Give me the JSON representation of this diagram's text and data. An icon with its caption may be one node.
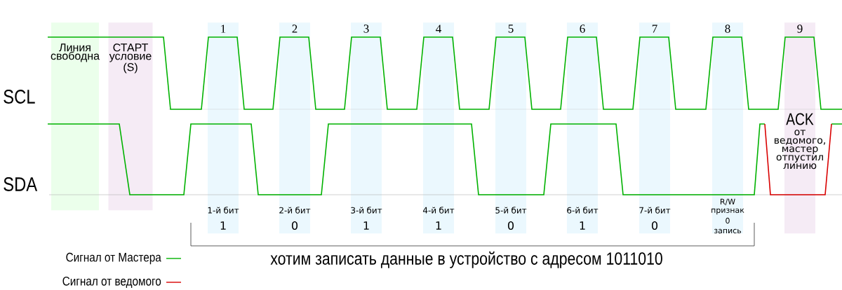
{
  "diagram": {
    "nodes": [
      {
        "text": [
          "Линия свободна"
        ]
      },
      {
        "text": [
          "СТАРТ условие (S)"
        ]
      },
      {
        "text": [
          "1",
          "1-й бит",
          "1"
        ]
      },
      {
        "text": [
          "2",
          "2-й бит",
          "0"
        ]
      },
      {
        "text": [
          "3",
          "3-й бит",
          "1"
        ]
      },
      {
        "text": [
          "4",
          "4-й бит",
          "1"
        ]
      },
      {
        "text": [
          "5",
          "5-й бит",
          "0"
        ]
      },
      {
        "text": [
          "6",
          "6-й бит",
          "1"
        ]
      },
      {
        "text": [
          "7",
          "7-й бит",
          "0"
        ]
      },
      {
        "text": [
          "8",
          "R/W признак",
          "0",
          "запись"
        ]
      },
      {
        "text": [
          "9",
          "ACK",
          "от ведомого, мастер отпустил линию"
        ]
      }
    ],
    "edges": [],
    "labels": [
      "SCL",
      "SDA",
      "хотим записать данные в устройство с адресом 1011010"
    ],
    "legend": [
      {
        "text": "Сигнал от Мастера"
      },
      {
        "text": "Сигнал от ведомого"
      }
    ]
  }
}
